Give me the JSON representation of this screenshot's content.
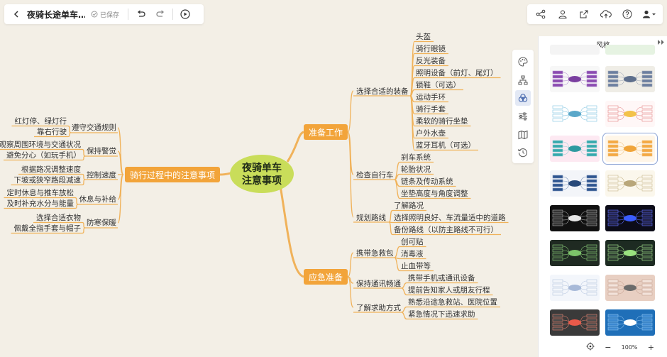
{
  "toolbar": {
    "title": "夜骑长途单车…",
    "saved_label": "已保存"
  },
  "panel": {
    "title": "风格"
  },
  "zoom": {
    "level": "100%",
    "minus": "−",
    "plus": "+"
  },
  "mindmap": {
    "root": [
      "夜骑单车",
      "注意事项"
    ],
    "branch_prep": "准备工作",
    "branch_emergency": "应急准备",
    "branch_riding": "骑行过程中的注意事项",
    "prep_equip": "选择合适的装备",
    "prep_equip_items": [
      "头盔",
      "骑行眼镜",
      "反光装备",
      "照明设备（前灯、尾灯）",
      "锁鞋（可选）",
      "运动手环",
      "骑行手套",
      "柔软的骑行坐垫",
      "户外水壶",
      "蓝牙耳机（可选）"
    ],
    "prep_bike": "检查自行车",
    "prep_bike_items": [
      "刹车系统",
      "轮胎状况",
      "链条及传动系统",
      "坐垫高度与角度调整"
    ],
    "prep_route": "规划路线",
    "prep_route_items": [
      "了解路况",
      "选择照明良好、车流量适中的道路",
      "备份路线（以防主路线不可行）"
    ],
    "emg_kit": "携带急救包",
    "emg_kit_items": [
      "创可贴",
      "消毒液",
      "止血带等"
    ],
    "emg_comm": "保持通讯畅通",
    "emg_comm_items": [
      "携带手机或通讯设备",
      "提前告知家人或朋友行程"
    ],
    "emg_help": "了解求助方式",
    "emg_help_items": [
      "熟悉沿途急救站、医院位置",
      "紧急情况下迅速求助"
    ],
    "ride_traffic": "遵守交通规则",
    "ride_traffic_items": [
      "红灯停、绿灯行",
      "靠右行驶"
    ],
    "ride_alert": "保持警觉",
    "ride_alert_items": [
      "观察周围环境与交通状况",
      "避免分心（如玩手机）"
    ],
    "ride_speed": "控制速度",
    "ride_speed_items": [
      "根据路况调整速度",
      "下坡或狭窄路段减速"
    ],
    "ride_rest": "休息与补给",
    "ride_rest_items": [
      "定时休息与推车放松",
      "及时补充水分与能量"
    ],
    "ride_warm": "防寒保暖",
    "ride_warm_items": [
      "选择合适衣物",
      "佩戴全指手套与帽子"
    ]
  },
  "colors": {
    "root_fill": "#c9dd5a",
    "branch_fill": "#f2a43a",
    "line": "#f0b25a",
    "background": "#f3efe6"
  },
  "icons": [
    "back-arrow-icon",
    "check-circle-icon",
    "undo-icon",
    "redo-icon",
    "play-icon",
    "share-icon",
    "collaborate-icon",
    "export-icon",
    "cloud-upload-icon",
    "help-icon",
    "user-icon"
  ]
}
